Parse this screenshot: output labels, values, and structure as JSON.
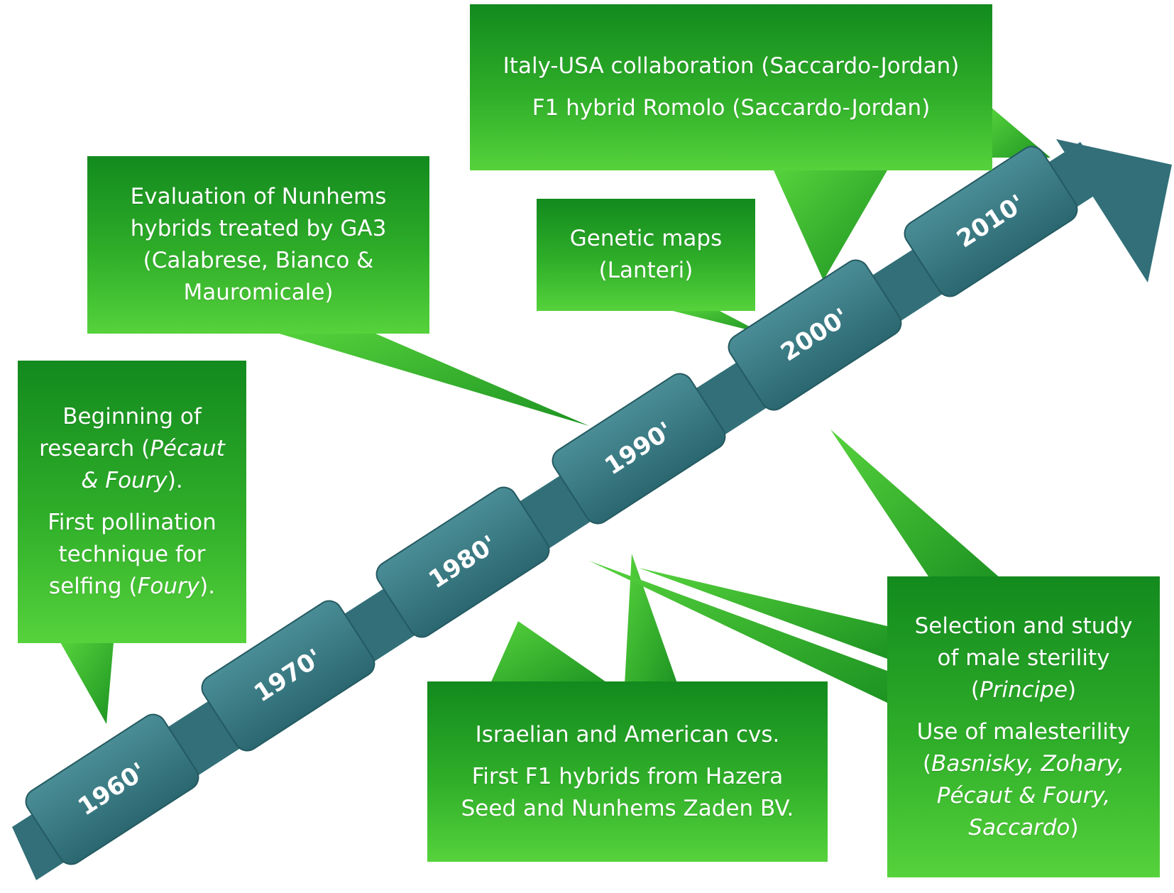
{
  "colors": {
    "arrow": "#326f78",
    "block": "#3d7d86",
    "callout_top": "#138a1e",
    "callout_bottom": "#56d23c",
    "text": "#ffffff"
  },
  "decades": [
    "1960'",
    "1970'",
    "1980'",
    "1990'",
    "2000'",
    "2010'"
  ],
  "callouts": {
    "italy_usa": {
      "line1": "Italy-USA collaboration  (Saccardo-Jordan)",
      "line2": "F1 hybrid Romolo (Saccardo-Jordan)"
    },
    "nunhems_ga3": {
      "line1": "Evaluation of Nunhems hybrids treated by GA3 (Calabrese, Bianco & Mauromicale)"
    },
    "genetic_maps": {
      "line1": "Genetic maps (Lanteri)"
    },
    "beginning": {
      "p1_pre": "Beginning of research (",
      "p1_italic": "Pécaut & Foury",
      "p1_post": ").",
      "p2_pre": "First pollination technique for selfing (",
      "p2_italic": "Foury",
      "p2_post": ")."
    },
    "israelian": {
      "line1": "Israelian and American cvs.",
      "line2": "First F1 hybrids from Hazera Seed and Nunhems Zaden BV."
    },
    "male_sterility": {
      "p1": "Selection and study of male sterility",
      "p1_italic": "Principe",
      "p2": "Use of malesterility",
      "p2_italic": "Basnisky, Zohary, Pécaut & Foury, Saccardo"
    }
  }
}
